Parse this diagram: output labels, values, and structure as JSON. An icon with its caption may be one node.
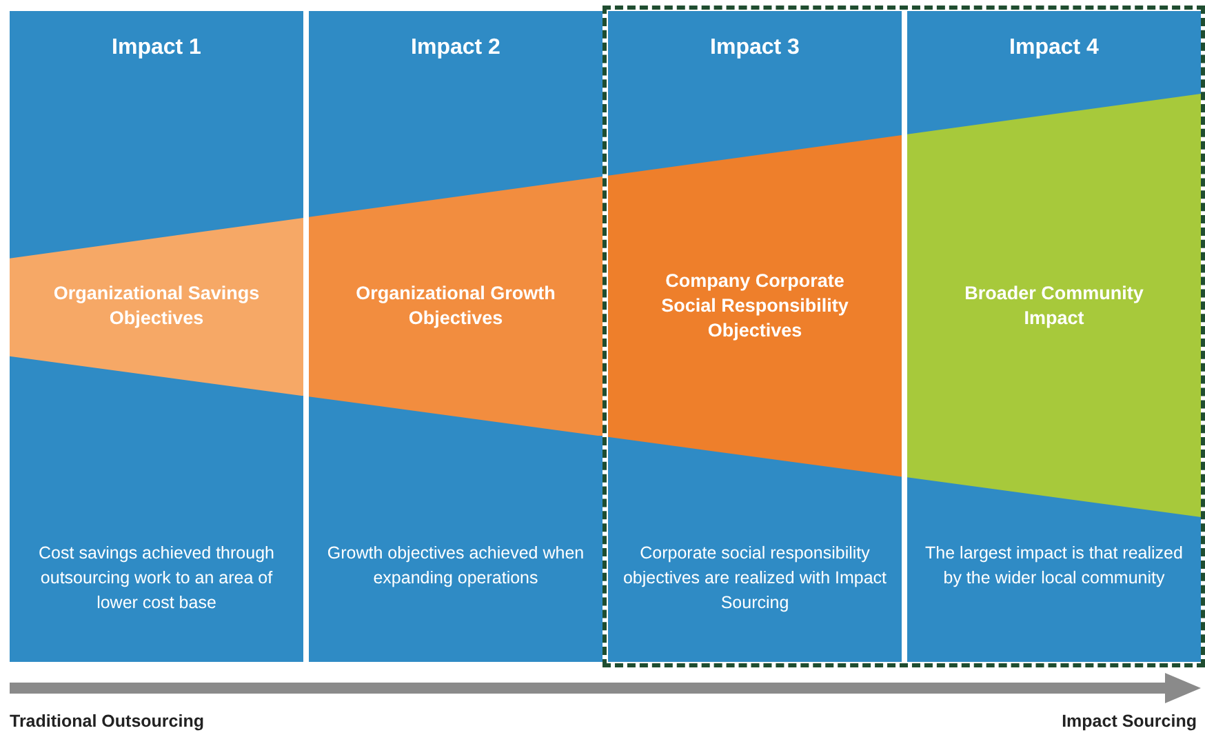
{
  "diagram": {
    "nodes": [
      {
        "text": [
          "Impact 1",
          "Cost savings achieved through outsourcing work to an area of lower cost base"
        ]
      },
      {
        "text": [
          "Organizational Savings Objectives"
        ],
        "in": 0
      },
      {
        "text": [
          "Impact 2",
          "Growth objectives achieved when expanding operations"
        ]
      },
      {
        "text": [
          "Organizational Growth Objectives"
        ],
        "in": 2
      },
      {
        "text": [],
        "shape": "box"
      },
      {
        "text": [
          "Impact 3",
          "Corporate social responsibility objectives are realized with Impact Sourcing"
        ],
        "in": 4
      },
      {
        "text": [
          "Company Corporate Social Responsibility Objectives"
        ],
        "in": 5
      },
      {
        "text": [
          "Impact 4",
          "The largest impact is that realized by the wider local community"
        ],
        "in": 4
      },
      {
        "text": [
          "Broader Community Impact"
        ],
        "in": 7
      }
    ],
    "edges": [],
    "labels": [
      "Traditional Outsourcing",
      "Impact Sourcing"
    ]
  }
}
